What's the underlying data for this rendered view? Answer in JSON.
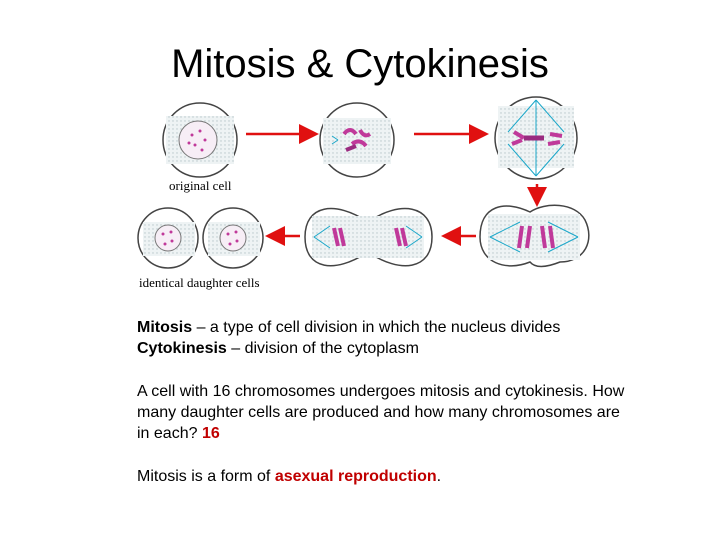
{
  "slide": {
    "title": "Mitosis & Cytokinesis"
  },
  "diagram": {
    "label_original": "original cell",
    "label_daughters": "identical daughter cells",
    "colors": {
      "arrow": "#e01010",
      "chromosome": "#c0399a",
      "spindle": "#1aa7c9",
      "cell_edge": "#444444",
      "cell_fill": "#e8eef0"
    }
  },
  "definitions": {
    "mitosis_term": "Mitosis",
    "mitosis_def": " – a type of cell division in which the nucleus divides",
    "cytokinesis_term": "Cytokinesis",
    "cytokinesis_def": " – division of the cytoplasm"
  },
  "question": {
    "line1": "A cell with 16 chromosomes undergoes mitosis and cytokinesis.  How",
    "line2": "many daughter cells are produced and how many chromosomes are",
    "line3": "in each? ",
    "answer": "16"
  },
  "statement": {
    "prefix": "Mitosis is a form of ",
    "highlight": "asexual reproduction",
    "suffix": "."
  }
}
